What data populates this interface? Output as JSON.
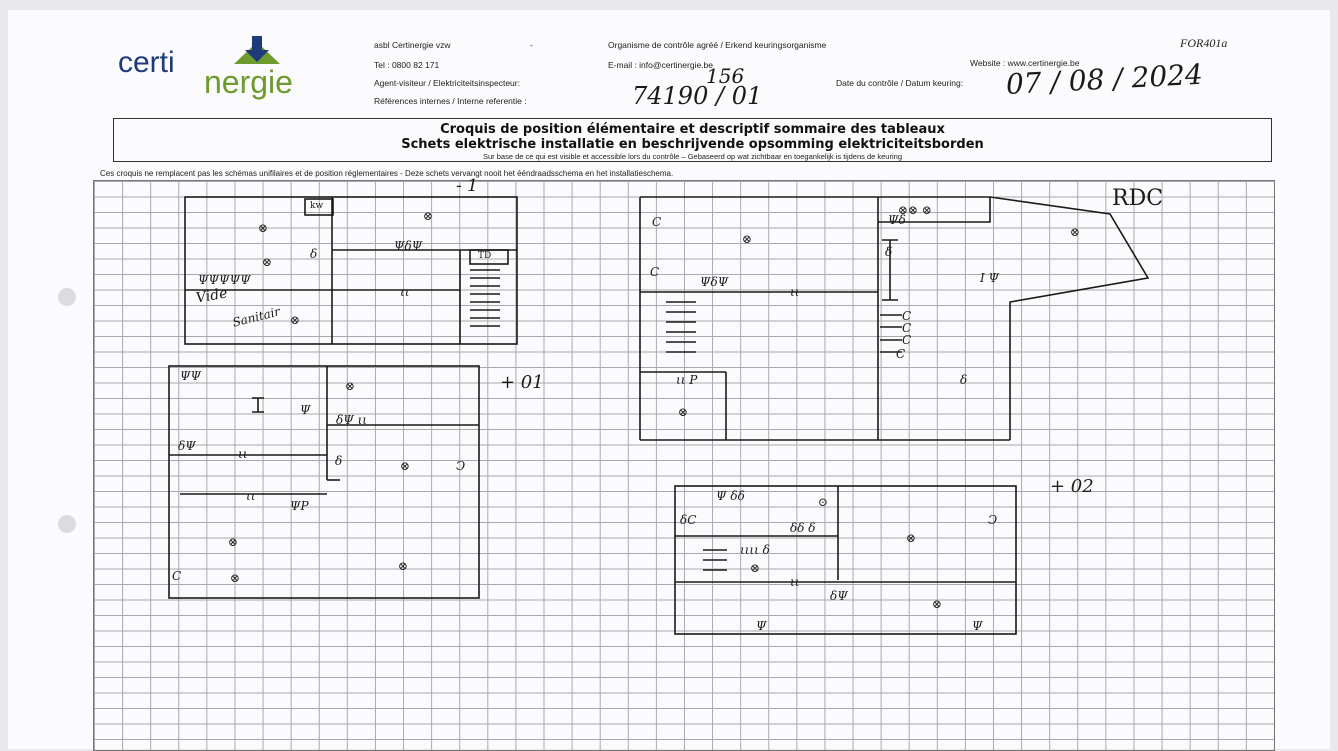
{
  "header": {
    "logo_line1": "certi",
    "logo_line2": "nergie",
    "org_name": "asbl Certinergie vzw",
    "org_dash": "-",
    "accredited": "Organisme de contrôle agréé /  Erkend keuringsorganisme",
    "form_code": "FOR401a",
    "tel": "Tel : 0800 82 171",
    "email": "E-mail : info@certinergie.be",
    "website": "Website : www.certinergie.be",
    "agent_label": "Agent-visiteur / Elektriciteitsinspecteur:",
    "agent_value": "156",
    "date_label": "Date du contrôle / Datum keuring:",
    "date_value": "07 / 08 / 2024",
    "ref_label": "Références internes / Interne referentie :",
    "ref_value": "74190 / 01"
  },
  "title": {
    "line_fr": "Croquis de position élémentaire et descriptif sommaire des tableaux",
    "line_nl": "Schets elektrische installatie en beschrijvende opsomming elektriciteitsborden",
    "subline": "Sur base de ce qui est visible et accessible lors du contrôle – Gebaseerd op wat zichtbaar en toegankelijk is tijdens de keuring"
  },
  "disclaimer": "Ces croquis ne remplacent pas les schémas unifilaires et de position réglementaires - Deze schets vervangt nooit het ééndraadsschema en het installatieschema.",
  "sketch": {
    "floor_minus1": "- 1",
    "floor_rdc": "RDC",
    "floor_plus01": "+ 01",
    "floor_plus02": "+ 02",
    "label_vide": "Vide",
    "label_sanitair": "Sanitair",
    "label_kw": "kw",
    "label_td": "TD"
  },
  "colors": {
    "logo_green": "#6d9b2e",
    "logo_navy": "#1f3a7a",
    "ink": "#1a1a1a"
  }
}
